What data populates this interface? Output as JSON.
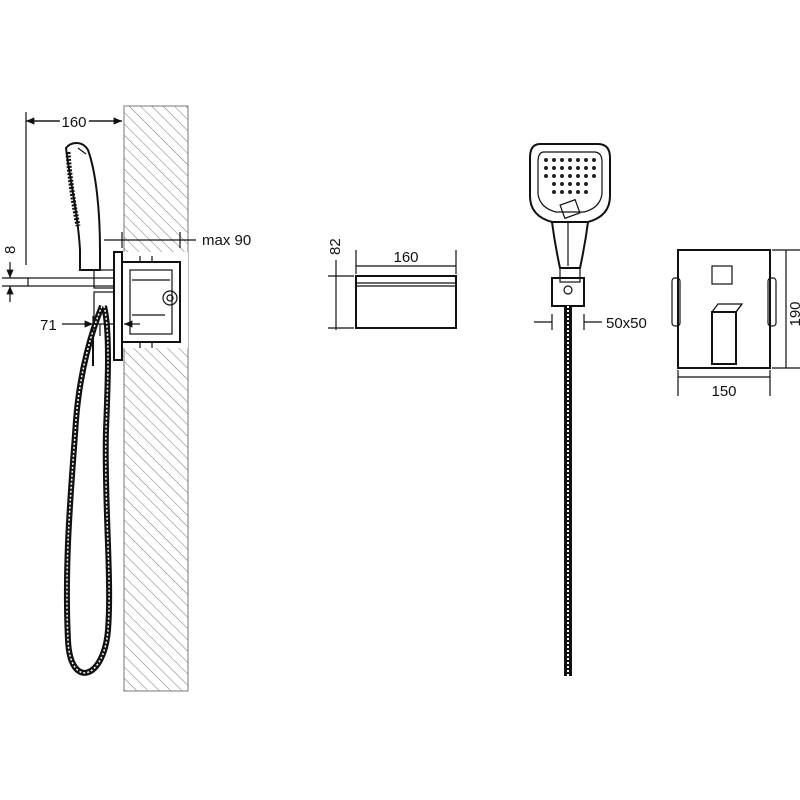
{
  "dimensions": {
    "side_view_width": "160",
    "mounting_depth": "max 90",
    "hose_outlet_height": "8",
    "outlet_projection": "71",
    "spout_width": "160",
    "spout_height": "82",
    "holder_size": "50x50",
    "plate_width": "150",
    "plate_height": "190"
  },
  "views": [
    {
      "name": "side-view-installed"
    },
    {
      "name": "spout-side-view"
    },
    {
      "name": "hand-shower-front-view"
    },
    {
      "name": "cover-plate-front-view"
    }
  ]
}
